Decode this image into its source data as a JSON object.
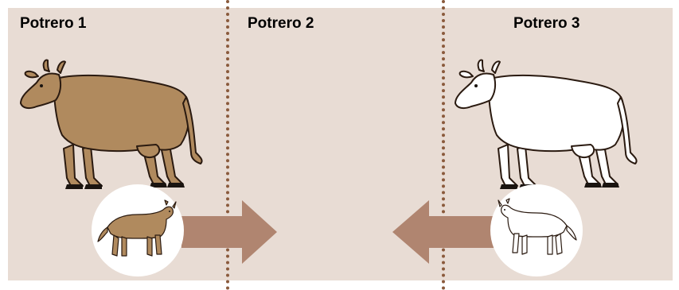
{
  "paddocks": [
    {
      "label": "Potrero 1"
    },
    {
      "label": "Potrero 2"
    },
    {
      "label": "Potrero 3"
    }
  ],
  "colors": {
    "background": "#e8dcd4",
    "divider": "#8a5a3c",
    "brown_cow": "#b08a5e",
    "white_cow": "#ffffff",
    "outline": "#2a1a10",
    "arrow": "#b08570",
    "circle": "#ffffff"
  },
  "icons": {
    "large_cow_left": "brown-cow-icon",
    "large_cow_right": "white-cow-icon",
    "small_cow_left": "brown-calf-icon",
    "small_cow_right": "white-calf-icon",
    "arrow_left_to_center": "arrow-right-icon",
    "arrow_right_to_center": "arrow-left-icon"
  }
}
